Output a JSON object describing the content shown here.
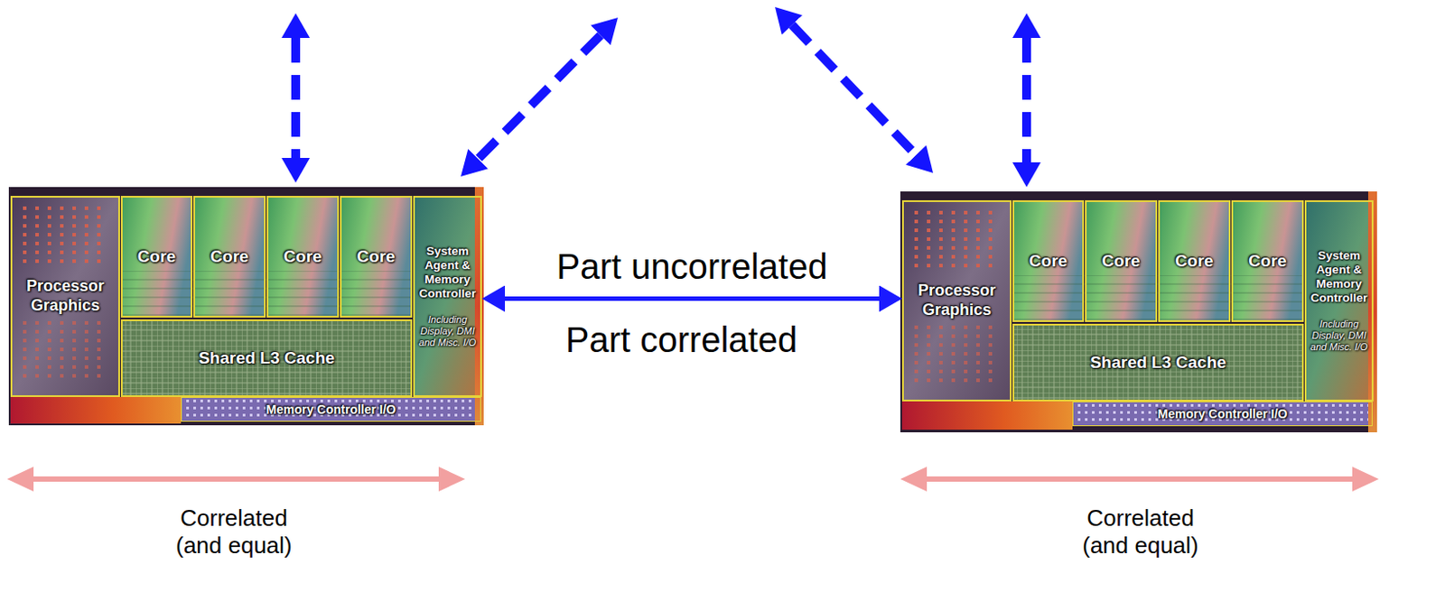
{
  "diagram": {
    "nodes": [
      {
        "text": [
          "Processor Graphics"
        ]
      },
      {
        "text": [
          "Core"
        ]
      },
      {
        "text": [
          "Core"
        ]
      },
      {
        "text": [
          "Core"
        ]
      },
      {
        "text": [
          "Core"
        ]
      },
      {
        "text": [
          "System Agent & Memory Controller",
          "Including Display, DMI and Misc. I/O"
        ]
      },
      {
        "text": [
          "Shared L3 Cache"
        ]
      },
      {
        "text": [
          "Memory Controller I/O"
        ]
      },
      {
        "text": [
          "Processor Graphics"
        ]
      },
      {
        "text": [
          "Core"
        ]
      },
      {
        "text": [
          "Core"
        ]
      },
      {
        "text": [
          "Core"
        ]
      },
      {
        "text": [
          "Core"
        ]
      },
      {
        "text": [
          "System Agent & Memory Controller",
          "Including Display, DMI and Misc. I/O"
        ]
      },
      {
        "text": [
          "Shared L3 Cache"
        ]
      },
      {
        "text": [
          "Memory Controller I/O"
        ]
      }
    ],
    "edges": [
      {
        "from": 5,
        "to": 8,
        "arrow": "both",
        "label": "Part uncorrelated"
      }
    ],
    "labels": [
      "Part correlated",
      "Correlated (and equal)",
      "Correlated (and equal)"
    ]
  }
}
